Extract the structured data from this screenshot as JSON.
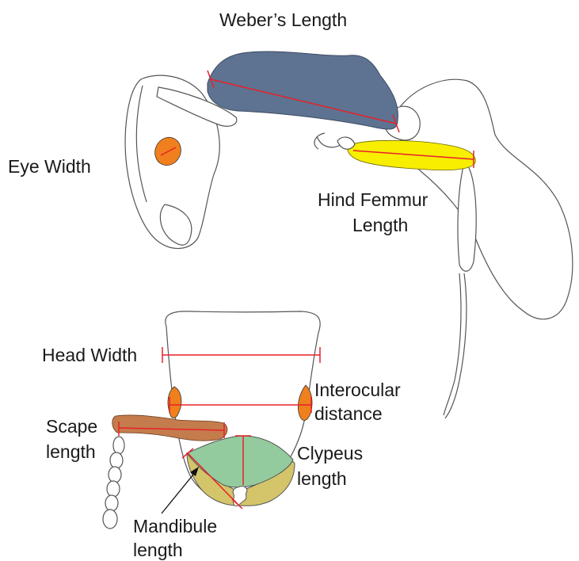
{
  "labels": {
    "webers_length": "Weber’s Length",
    "eye_width": "Eye Width",
    "hind_femur_line1": "Hind Femmur",
    "hind_femur_line2": "Length",
    "head_width": "Head Width",
    "interocular_line1": "Interocular",
    "interocular_line2": "distance",
    "scape_line1": "Scape",
    "scape_line2": "length",
    "clypeus_line1": "Clypeus",
    "clypeus_line2": "length",
    "mandible_line1": "Mandibule",
    "mandible_line2": "length"
  },
  "colors": {
    "mesosoma": "#5d7391",
    "femur": "#f7ee00",
    "eye": "#f07f1d",
    "scape": "#c47c4c",
    "clypeus": "#93cb9e",
    "mandible": "#d4c46a",
    "measure_line": "#e8202a"
  }
}
